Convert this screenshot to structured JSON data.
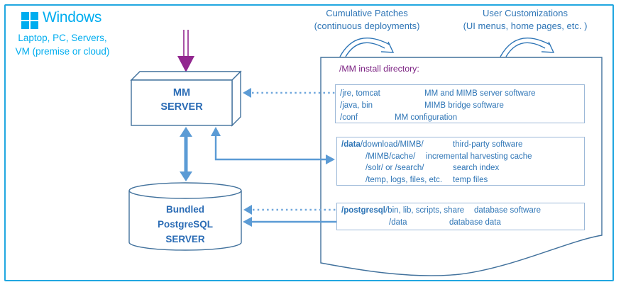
{
  "colors": {
    "frame_cyan": "#21A7E0",
    "windows_blue": "#00ADEF",
    "text_blue": "#2E75B6",
    "node_label_blue": "#2B6CB5",
    "shape_stroke": "#41719C",
    "inner_box_border": "#9CB8D8",
    "arrow_blue": "#5B9BD5",
    "dotted_arrow_blue": "#70A7DC",
    "deploy_purple": "#92278F",
    "title_purple": "#7B2182"
  },
  "platform": {
    "brand": "Windows",
    "logo_icon": "windows-logo",
    "line1": "Laptop, PC, Servers,",
    "line2": "VM (premise or cloud)"
  },
  "annotations": {
    "patches": {
      "line1": "Cumulative Patches",
      "line2": "(continuous deployments)"
    },
    "customizations": {
      "line1": "User Customizations",
      "line2": "(UI menus, home pages, etc. )"
    }
  },
  "nodes": {
    "mm_server": {
      "line1": "MM",
      "line2": "SERVER"
    },
    "postgres": {
      "line1": "Bundled",
      "line2": "PostgreSQL",
      "line3": "SERVER"
    }
  },
  "install_dir": {
    "title": "/MM install directory:",
    "boxes": [
      {
        "rows": [
          {
            "bold": "",
            "path": "/jre, tomcat",
            "desc": "MM and MIMB server software"
          },
          {
            "bold": "",
            "path": "/java, bin",
            "desc": "MIMB bridge software"
          },
          {
            "bold": "",
            "path": "/conf",
            "desc": "MM configuration"
          }
        ]
      },
      {
        "rows": [
          {
            "bold": "/data",
            "path": "/download/MIMB/",
            "desc": "third-party software"
          },
          {
            "bold": "",
            "path": "/MIMB/cache/",
            "desc": "incremental harvesting cache"
          },
          {
            "bold": "",
            "path": "/solr/ or /search/",
            "desc": "search index"
          },
          {
            "bold": "",
            "path": "/temp, logs, files, etc.",
            "desc": "temp files"
          }
        ]
      },
      {
        "rows": [
          {
            "bold": "/postgresql",
            "path": "/bin, lib, scripts, share",
            "desc": "database software"
          },
          {
            "bold": "",
            "path": "/data",
            "desc": "database data"
          }
        ]
      }
    ]
  }
}
